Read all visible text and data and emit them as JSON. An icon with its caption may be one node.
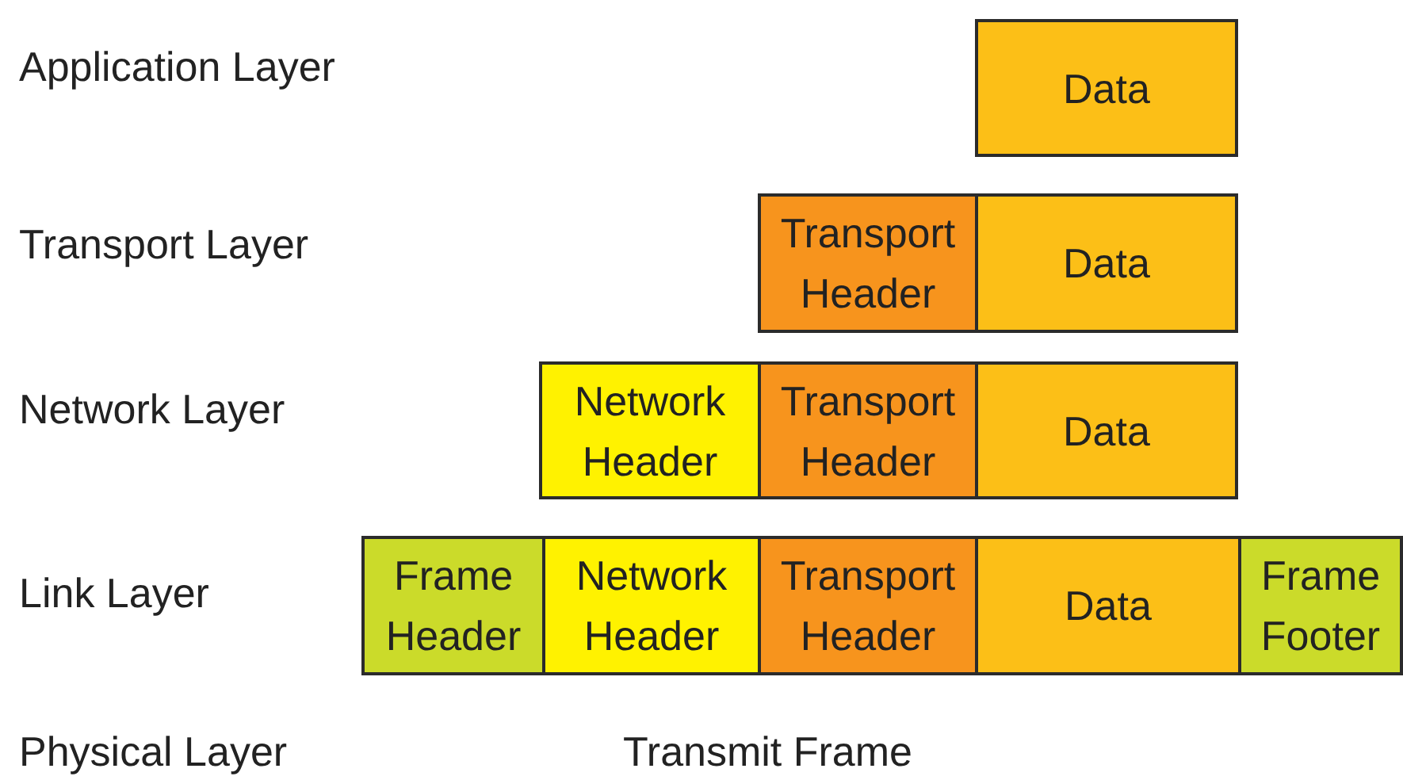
{
  "diagram": {
    "nodes": [
      {
        "text": [
          "Data"
        ]
      },
      {
        "text": [
          "Transport Header"
        ]
      },
      {
        "text": [
          "Data"
        ]
      },
      {
        "text": [
          "Network Header"
        ]
      },
      {
        "text": [
          "Transport Header"
        ]
      },
      {
        "text": [
          "Data"
        ]
      },
      {
        "text": [
          "Frame Header"
        ]
      },
      {
        "text": [
          "Network Header"
        ]
      },
      {
        "text": [
          "Transport Header"
        ]
      },
      {
        "text": [
          "Data"
        ]
      },
      {
        "text": [
          "Frame Footer"
        ]
      }
    ],
    "labels": [
      "Application Layer",
      "Transport Layer",
      "Network Layer",
      "Link Layer",
      "Physical Layer",
      "Transmit Frame"
    ]
  }
}
